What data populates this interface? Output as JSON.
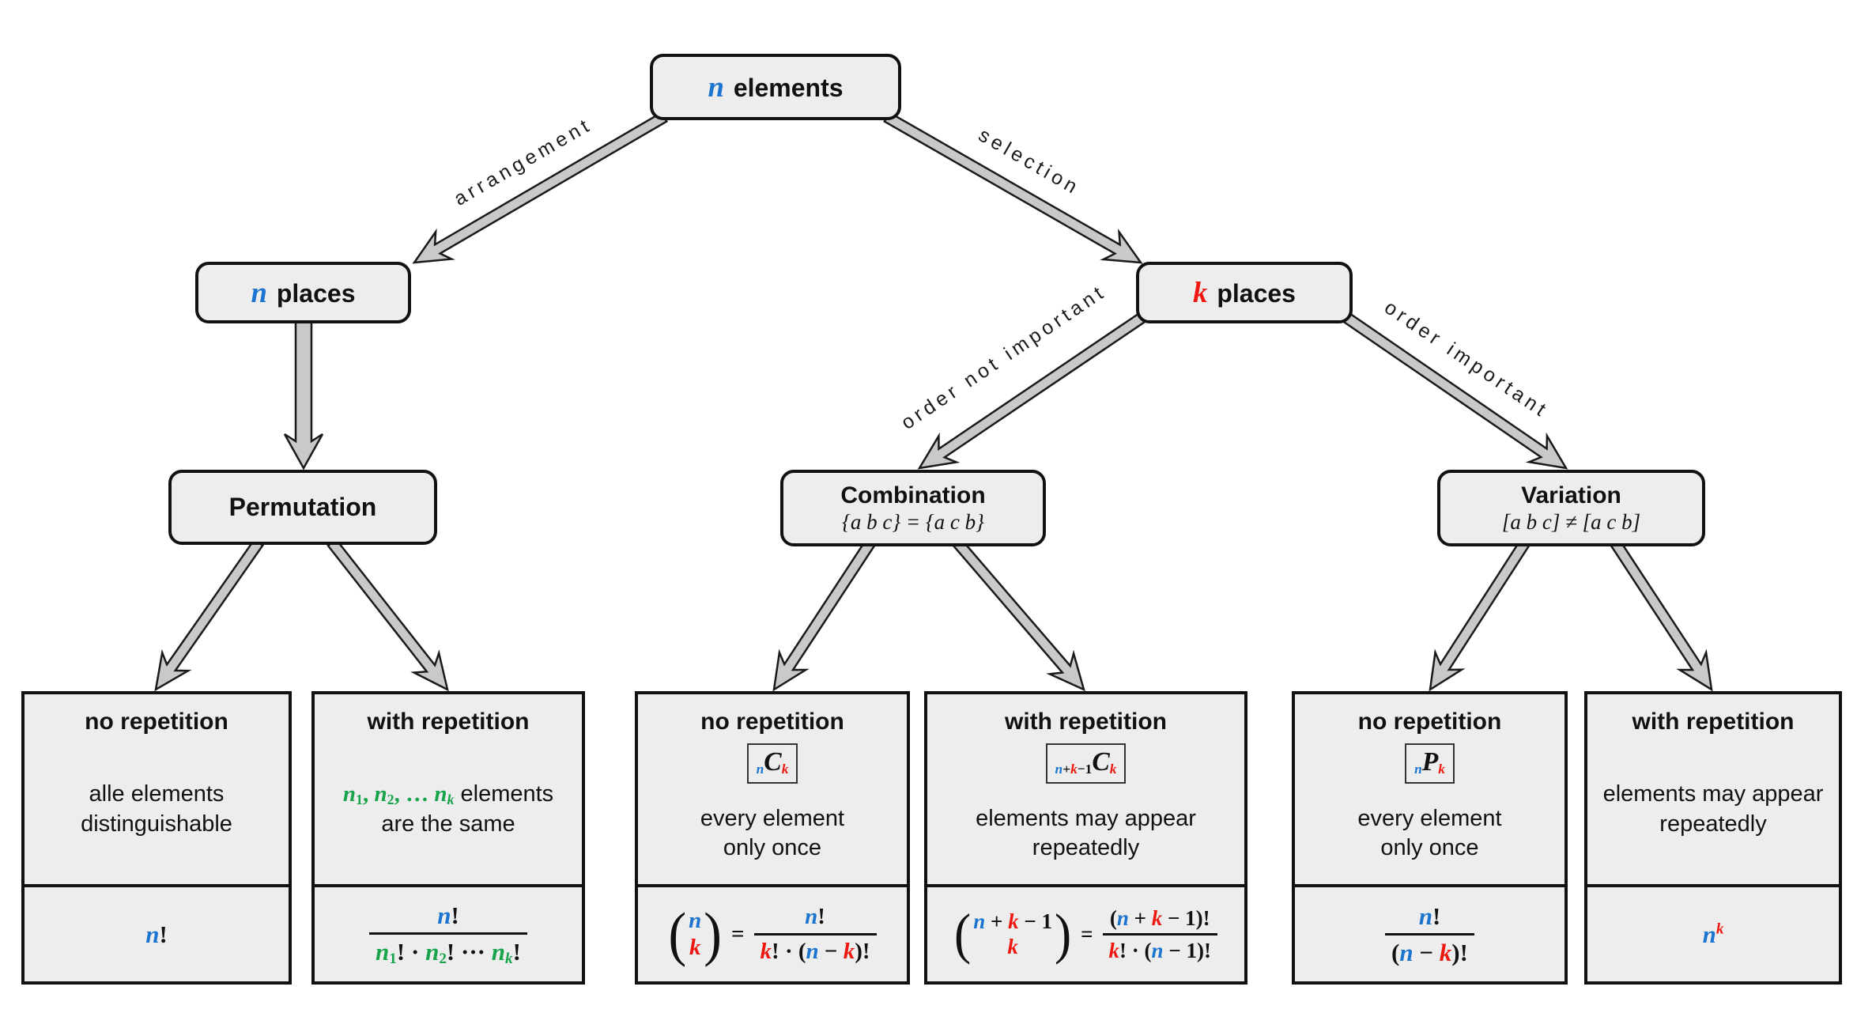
{
  "palette": {
    "blue": "#1b74cf",
    "red": "#ee1810",
    "green": "#17a44a",
    "box_fill": "#ededed",
    "arrow_fill": "#c9c9c9",
    "border": "#111111"
  },
  "glyphs": {
    "lparen": "(",
    "rparen": ")"
  },
  "edge_labels": {
    "arrangement": "arrangement",
    "selection": "selection",
    "order_not_important": "order not important",
    "order_important": "order important"
  },
  "nodes": {
    "root": {
      "rich": [
        {
          "t": "n",
          "c": "b"
        },
        {
          "t": " elements",
          "f": "s"
        }
      ]
    },
    "n_places": {
      "rich": [
        {
          "t": "n",
          "c": "b"
        },
        {
          "t": " places",
          "f": "s"
        }
      ]
    },
    "k_places": {
      "rich": [
        {
          "t": "k",
          "c": "r"
        },
        {
          "t": " places",
          "f": "s"
        }
      ]
    },
    "permutation": {
      "title": "Permutation"
    },
    "combination": {
      "title": "Combination",
      "subtitle": "{a b c} = {a c b}"
    },
    "variation": {
      "title": "Variation",
      "subtitle": "[a b c] ≠ [a c b]"
    }
  },
  "cells": [
    {
      "header": "no repetition",
      "desc": [
        [
          {
            "t": "alle elements",
            "f": "s",
            "w": "n"
          }
        ],
        [
          {
            "t": "distinguishable",
            "f": "s",
            "w": "n"
          }
        ]
      ],
      "formula": {
        "tokens": [
          {
            "t": "n",
            "c": "b"
          },
          {
            "t": "!",
            "u": 1
          }
        ]
      }
    },
    {
      "header": "with repetition",
      "desc": [
        [
          {
            "t": "n",
            "c": "g"
          },
          {
            "t": "1",
            "c": "g",
            "v": "sub",
            "u": 1
          },
          {
            "t": ", ",
            "c": "g",
            "u": 1
          },
          {
            "t": "n",
            "c": "g"
          },
          {
            "t": "2",
            "c": "g",
            "v": "sub",
            "u": 1
          },
          {
            "t": ", … ",
            "c": "g",
            "u": 1
          },
          {
            "t": "n",
            "c": "g"
          },
          {
            "t": "k",
            "c": "g",
            "v": "sub"
          },
          {
            "t": " elements",
            "f": "s",
            "w": "n"
          }
        ],
        [
          {
            "t": "are the same",
            "f": "s",
            "w": "n"
          }
        ]
      ],
      "formula": {
        "frac": {
          "num": [
            {
              "t": "n",
              "c": "b"
            },
            {
              "t": "!",
              "u": 1
            }
          ],
          "den": [
            {
              "t": "n",
              "c": "g"
            },
            {
              "t": "1",
              "c": "g",
              "v": "sub",
              "u": 1
            },
            {
              "t": "! · ",
              "u": 1
            },
            {
              "t": "n",
              "c": "g"
            },
            {
              "t": "2",
              "c": "g",
              "v": "sub",
              "u": 1
            },
            {
              "t": "! ··· ",
              "u": 1
            },
            {
              "t": "n",
              "c": "g"
            },
            {
              "t": "k",
              "c": "g",
              "v": "sub"
            },
            {
              "t": "!",
              "u": 1
            }
          ]
        }
      }
    },
    {
      "header": "no repetition",
      "badge": [
        {
          "t": "n",
          "c": "b",
          "v": "sub"
        },
        {
          "t": "C"
        },
        {
          "t": "k",
          "c": "r",
          "v": "sub"
        }
      ],
      "desc": [
        [
          {
            "t": "every element",
            "f": "s",
            "w": "n"
          }
        ],
        [
          {
            "t": "only once",
            "f": "s",
            "w": "n"
          }
        ]
      ],
      "formula": {
        "binom": {
          "top": [
            {
              "t": "n",
              "c": "b"
            }
          ],
          "bottom": [
            {
              "t": "k",
              "c": "r"
            }
          ]
        },
        "eq": "=",
        "frac": {
          "num": [
            {
              "t": "n",
              "c": "b"
            },
            {
              "t": "!",
              "u": 1
            }
          ],
          "den": [
            {
              "t": "k",
              "c": "r"
            },
            {
              "t": "! · (",
              "u": 1
            },
            {
              "t": "n",
              "c": "b"
            },
            {
              "t": " − ",
              "u": 1
            },
            {
              "t": "k",
              "c": "r"
            },
            {
              "t": ")!",
              "u": 1
            }
          ]
        }
      }
    },
    {
      "header": "with repetition",
      "badge": [
        {
          "t": "n",
          "c": "b",
          "v": "sub"
        },
        {
          "t": "+",
          "u": 1,
          "v": "sub"
        },
        {
          "t": "k",
          "c": "r",
          "v": "sub"
        },
        {
          "t": "−1",
          "u": 1,
          "v": "sub"
        },
        {
          "t": "C"
        },
        {
          "t": "k",
          "c": "r",
          "v": "sub"
        }
      ],
      "desc": [
        [
          {
            "t": "elements may appear",
            "f": "s",
            "w": "n"
          }
        ],
        [
          {
            "t": "repeatedly",
            "f": "s",
            "w": "n"
          }
        ]
      ],
      "formula": {
        "binom": {
          "top": [
            {
              "t": "n",
              "c": "b"
            },
            {
              "t": " + ",
              "u": 1
            },
            {
              "t": "k",
              "c": "r"
            },
            {
              "t": " − 1",
              "u": 1
            }
          ],
          "bottom": [
            {
              "t": "k",
              "c": "r"
            }
          ]
        },
        "eq": "=",
        "frac": {
          "num": [
            {
              "t": "(",
              "u": 1
            },
            {
              "t": "n",
              "c": "b"
            },
            {
              "t": " + ",
              "u": 1
            },
            {
              "t": "k",
              "c": "r"
            },
            {
              "t": " − 1)!",
              "u": 1
            }
          ],
          "den": [
            {
              "t": "k",
              "c": "r"
            },
            {
              "t": "! · (",
              "u": 1
            },
            {
              "t": "n",
              "c": "b"
            },
            {
              "t": " − 1)!",
              "u": 1
            }
          ]
        }
      }
    },
    {
      "header": "no repetition",
      "badge": [
        {
          "t": "n",
          "c": "b",
          "v": "sub"
        },
        {
          "t": "P"
        },
        {
          "t": "k",
          "c": "r",
          "v": "sub"
        }
      ],
      "desc": [
        [
          {
            "t": "every element",
            "f": "s",
            "w": "n"
          }
        ],
        [
          {
            "t": "only once",
            "f": "s",
            "w": "n"
          }
        ]
      ],
      "formula": {
        "frac": {
          "num": [
            {
              "t": "n",
              "c": "b"
            },
            {
              "t": "!",
              "u": 1
            }
          ],
          "den": [
            {
              "t": "(",
              "u": 1
            },
            {
              "t": "n",
              "c": "b"
            },
            {
              "t": " − ",
              "u": 1
            },
            {
              "t": "k",
              "c": "r"
            },
            {
              "t": ")!",
              "u": 1
            }
          ]
        }
      }
    },
    {
      "header": "with repetition",
      "desc": [
        [
          {
            "t": "elements may appear",
            "f": "s",
            "w": "n"
          }
        ],
        [
          {
            "t": "repeatedly",
            "f": "s",
            "w": "n"
          }
        ]
      ],
      "formula": {
        "tokens": [
          {
            "t": "n",
            "c": "b"
          },
          {
            "t": "k",
            "c": "r",
            "v": "sup"
          }
        ]
      }
    }
  ]
}
